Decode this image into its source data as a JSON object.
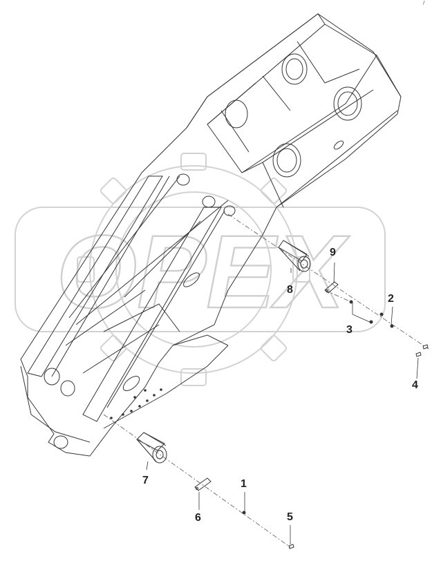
{
  "watermark": {
    "text": "OPEX"
  },
  "callouts": {
    "c1": "1",
    "c2": "2",
    "c3": "3",
    "c4": "4",
    "c5": "5",
    "c6": "6",
    "c7": "7",
    "c8": "8",
    "c9": "9"
  },
  "corner_mark": "/"
}
